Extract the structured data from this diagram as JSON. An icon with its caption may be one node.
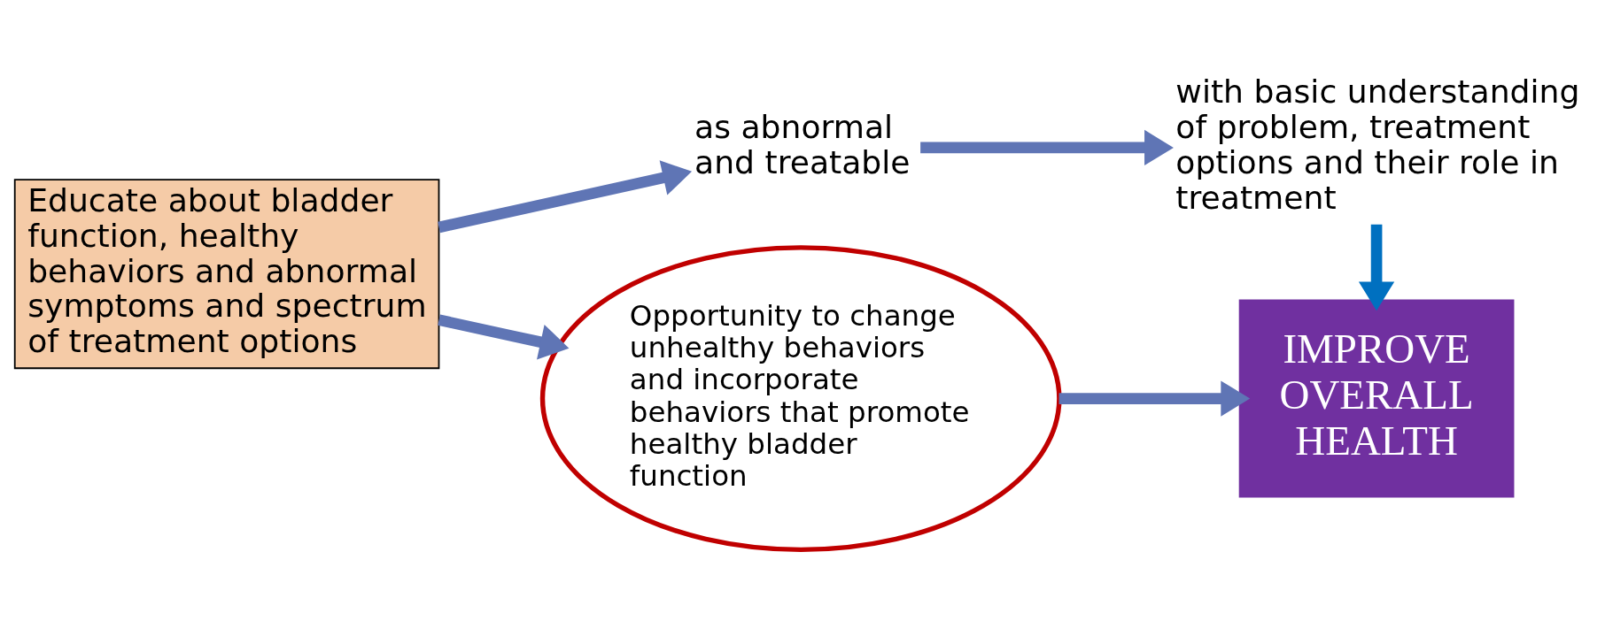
{
  "diagram": {
    "nodes": [
      {
        "text": [
          "Educate about bladder function, healthy behaviors and abnormal symptoms and spectrum of treatment options"
        ]
      },
      {
        "text": [
          "as abnormal and treatable"
        ]
      },
      {
        "text": [
          "with basic understanding of problem, treatment options and their role in treatment"
        ]
      },
      {
        "text": [
          "Opportunity to change unhealthy behaviors and incorporate behaviors that promote healthy bladder function"
        ]
      },
      {
        "text": [
          "IMPROVE OVERALL HEALTH"
        ]
      }
    ],
    "edges": [
      {
        "from": 0,
        "to": 1,
        "arrow": "to"
      },
      {
        "from": 1,
        "to": 2,
        "arrow": "to"
      },
      {
        "from": 2,
        "to": 4,
        "arrow": "to",
        "color": "#0070c0"
      },
      {
        "from": 0,
        "to": 3,
        "arrow": "to"
      },
      {
        "from": 3,
        "to": 4,
        "arrow": "to"
      }
    ]
  }
}
